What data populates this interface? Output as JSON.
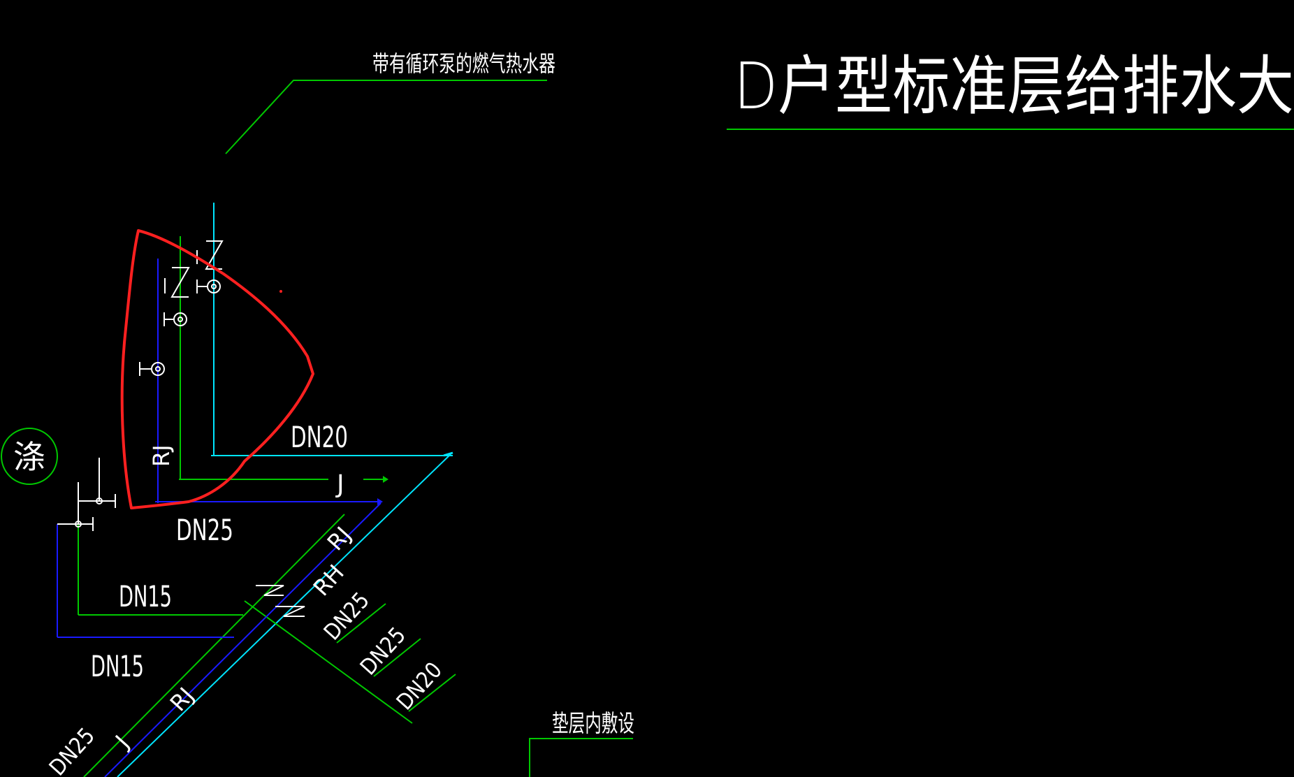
{
  "title": "D户型标准层给排水大",
  "labels": {
    "heater": "带有循环泵的燃气热水器",
    "cushion": "垫层内敷设",
    "circle_symbol": "涤",
    "rj_vertical": "RJ",
    "dn20_top": "DN20",
    "j_horizontal": "J",
    "dn25_left": "DN25",
    "dn15_upper": "DN15",
    "dn15_lower": "DN15",
    "diag_rj_upper": "RJ",
    "diag_rh": "RH",
    "diag_dn25_a": "DN25",
    "diag_dn25_b": "DN25",
    "diag_dn20": "DN20",
    "diag_rj_lower": "RJ",
    "diag_j_lower": "J",
    "diag_dn25_lower": "DN25"
  },
  "colors": {
    "background": "#000000",
    "text": "#ffffff",
    "green_pipe": "#00c800",
    "blue_pipe": "#1a1aff",
    "cyan_pipe": "#00e5ff",
    "red_markup": "#ff2020"
  }
}
